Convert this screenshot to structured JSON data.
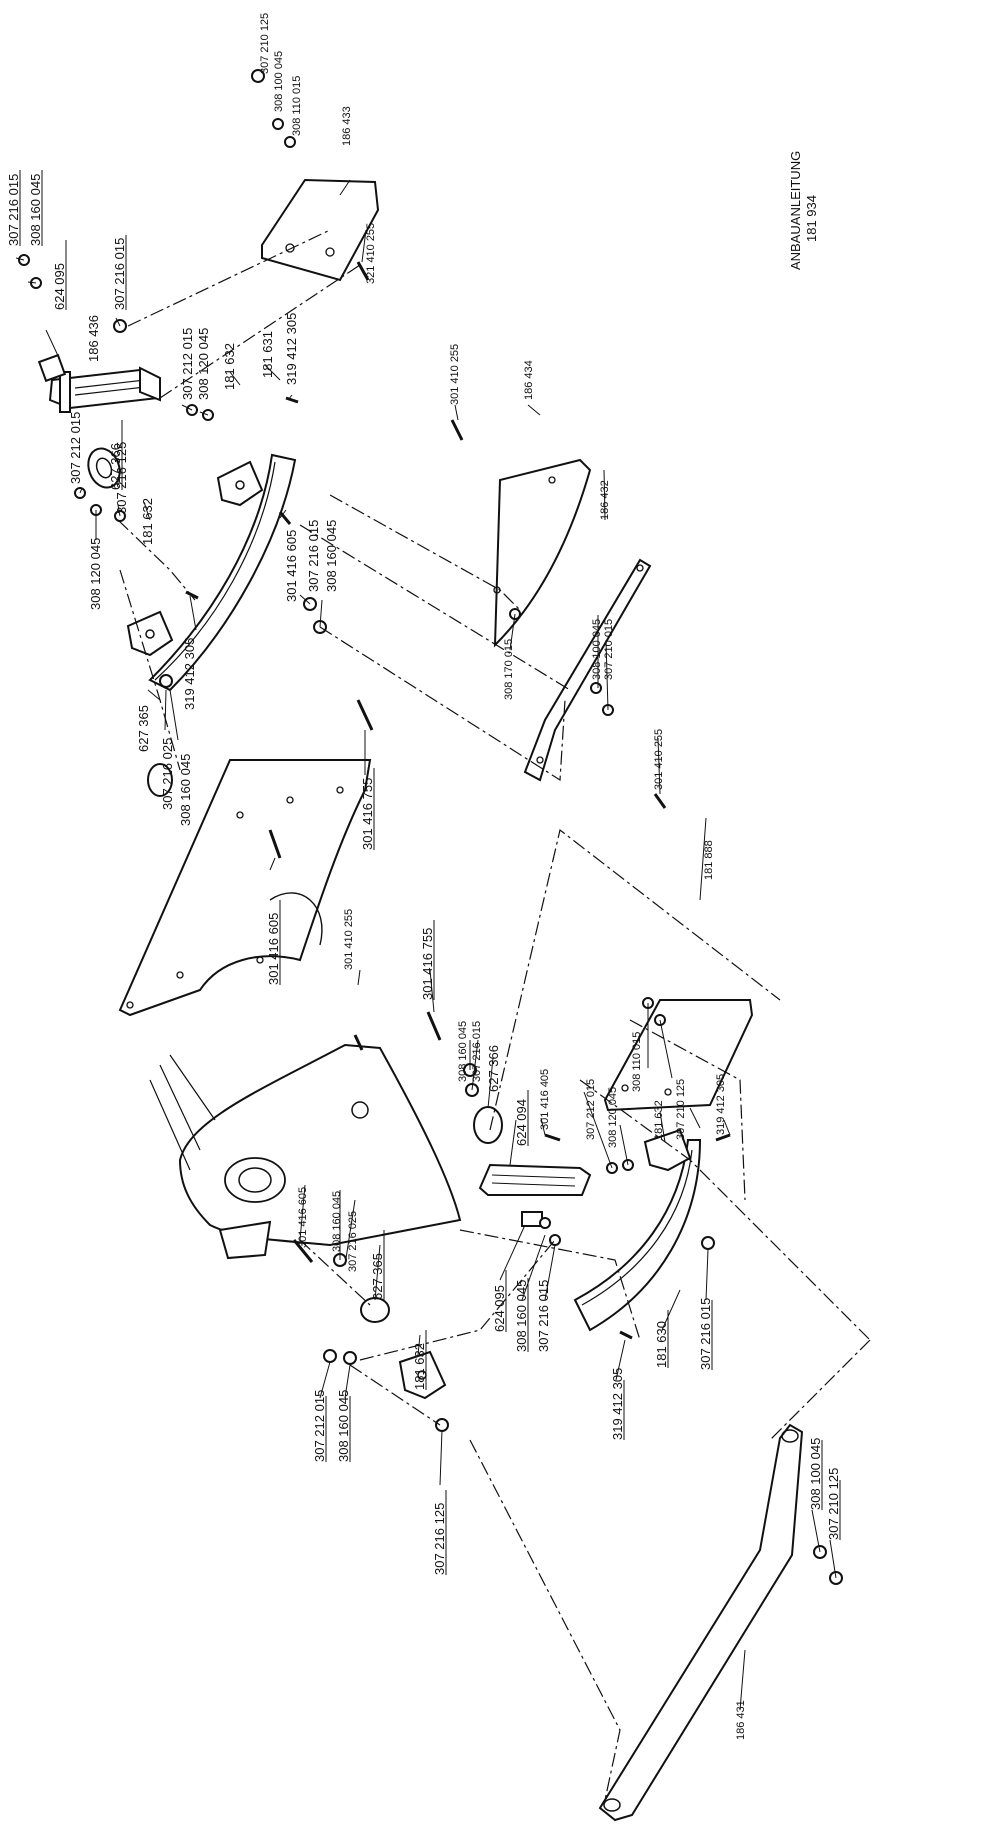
{
  "title": {
    "line1": "ANBAUANLEITUNG",
    "line2": "181 934"
  },
  "labels": {
    "l1": "307 216 015",
    "l2": "308 160 045",
    "l3": "624 095",
    "l4": "307 216 015",
    "l5": "186 436",
    "l6": "307 212 015",
    "l7": "308 120 045",
    "l8": "181 632",
    "l9": "181 631",
    "l10": "319 412 305",
    "l11": "627 366",
    "l12": "307 216 125",
    "l13": "307 212 015",
    "l14": "181 632",
    "l15": "308 120 045",
    "l16": "301 416 605",
    "l17": "307 216 015",
    "l18": "308 160 045",
    "l19": "319 412 305",
    "l20": "627 365",
    "l21": "307 216 025",
    "l22": "308 160 045",
    "l23": "301 416 755",
    "l24": "301 416 605",
    "l25": "307 210 125",
    "l26": "308 100 045",
    "l27": "308 110 015",
    "l28": "186 433",
    "l29": "321 410 255",
    "l30": "301 410 255",
    "l31": "186 434",
    "l32": "186 432",
    "l33": "308 170 015",
    "l34": "308 100 045",
    "l35": "307 210 015",
    "l36": "301 410 255",
    "l37": "181 888",
    "l38": "301 410 255",
    "l39": "301 416 755",
    "l40": "308 160 045",
    "l41": "307 216 015",
    "l42": "627 366",
    "l43": "624 094",
    "l44": "301 416 405",
    "l45": "307 212 015",
    "l46": "308 120 045",
    "l47": "308 110 015",
    "l48": "181 632",
    "l49": "307 210 125",
    "l50": "319 412 305",
    "l51": "301 416 605",
    "l52": "308 160 045",
    "l53": "307 216 025",
    "l54": "627 365",
    "l55": "624 095",
    "l56": "308 160 045",
    "l57": "307 216 015",
    "l58": "181 630",
    "l59": "307 216 015",
    "l60": "319 412 305",
    "l61": "181 632",
    "l62": "307 212 015",
    "l63": "308 160 045",
    "l64": "307 216 125",
    "l65": "308 100 045",
    "l66": "307 210 125",
    "l67": "186 431"
  }
}
